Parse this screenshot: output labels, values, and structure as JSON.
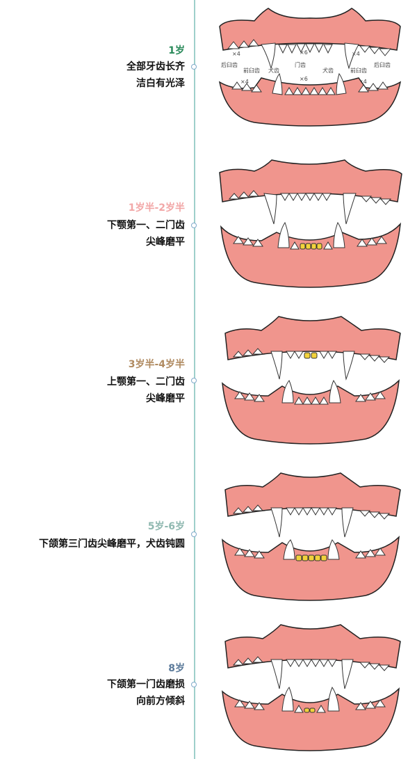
{
  "stages": [
    {
      "age": "1岁",
      "age_color": "#2a8a5a",
      "desc": [
        "全部牙齿长齐",
        "洁白有光泽"
      ]
    },
    {
      "age": "1岁半-2岁半",
      "age_color": "#f2a7a7",
      "desc": [
        "下颚第一、二门齿",
        "尖峰磨平"
      ]
    },
    {
      "age": "3岁半-4岁半",
      "age_color": "#b08a60",
      "desc": [
        "上颚第一、二门齿",
        "尖峰磨平"
      ]
    },
    {
      "age": "5岁-6岁",
      "age_color": "#8fb8b0",
      "desc": [
        "下颌第三门齿尖峰磨平，犬齿钝圆"
      ]
    },
    {
      "age": "8岁",
      "age_color": "#5b7a9a",
      "desc": [
        "下颌第一门齿磨损",
        "向前方倾斜"
      ]
    }
  ],
  "tooth_labels": {
    "upper_x4_left": "×4",
    "upper_x6": "×6",
    "upper_x4_right": "×4",
    "molar_left": "后臼齿",
    "premolar_left": "前臼齿",
    "canine_left": "犬齿",
    "incisor": "门齿",
    "canine_right": "犬齿",
    "premolar_right": "前臼齿",
    "molar_right": "后臼齿",
    "lower_x4_left": "×4",
    "lower_x6": "×6",
    "lower_x4_right": "×4"
  },
  "colors": {
    "gum": "#f0958d",
    "tooth": "#ffffff",
    "worn_tooth": "#f2d23c",
    "outline": "#222222",
    "timeline": "#9ecfcb"
  }
}
